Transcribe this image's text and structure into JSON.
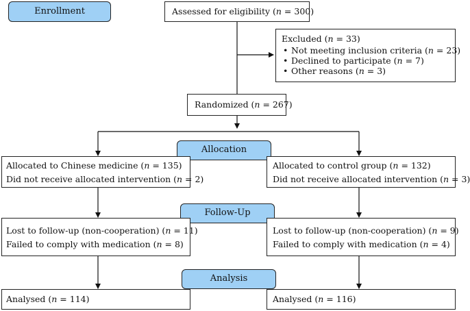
{
  "labels": {
    "enrollment": "Enrollment",
    "allocation": "Allocation",
    "follow_up": "Follow-Up",
    "analysis": "Analysis"
  },
  "assessed": {
    "prefix": "Assessed for eligibility (",
    "n": "n",
    "suffix": " = 300)"
  },
  "excluded": {
    "title": {
      "prefix": "Excluded (",
      "n": "n",
      "suffix": " = 33)"
    },
    "reasons": [
      {
        "prefix": "Not meeting inclusion criteria (",
        "n": "n",
        "suffix": " = 23)"
      },
      {
        "prefix": "Declined to participate (",
        "n": "n",
        "suffix": " = 7)"
      },
      {
        "prefix": "Other reasons (",
        "n": "n",
        "suffix": " = 3)"
      }
    ]
  },
  "randomized": {
    "prefix": "Randomized (",
    "n": "n",
    "suffix": " = 267)"
  },
  "left": {
    "allocation": [
      {
        "prefix": "Allocated to Chinese medicine (",
        "n": "n",
        "suffix": " = 135)"
      },
      {
        "prefix": "Did not receive allocated intervention (",
        "n": "n",
        "suffix": " = 2)"
      }
    ],
    "follow_up": [
      {
        "prefix": "Lost to follow-up (non-cooperation) (",
        "n": "n",
        "suffix": " = 11)"
      },
      {
        "prefix": "Failed to comply with medication (",
        "n": "n",
        "suffix": " = 8)"
      }
    ],
    "analysis": {
      "prefix": "Analysed (",
      "n": "n",
      "suffix": " = 114)"
    }
  },
  "right": {
    "allocation": [
      {
        "prefix": "Allocated to control group (",
        "n": "n",
        "suffix": " = 132)"
      },
      {
        "prefix": "Did not receive allocated intervention (",
        "n": "n",
        "suffix": " = 3)"
      }
    ],
    "follow_up": [
      {
        "prefix": "Lost to follow-up (non-cooperation) (",
        "n": "n",
        "suffix": " = 9)"
      },
      {
        "prefix": "Failed to comply with medication (",
        "n": "n",
        "suffix": " = 4)"
      }
    ],
    "analysis": {
      "prefix": "Analysed (",
      "n": "n",
      "suffix": " = 116)"
    }
  }
}
